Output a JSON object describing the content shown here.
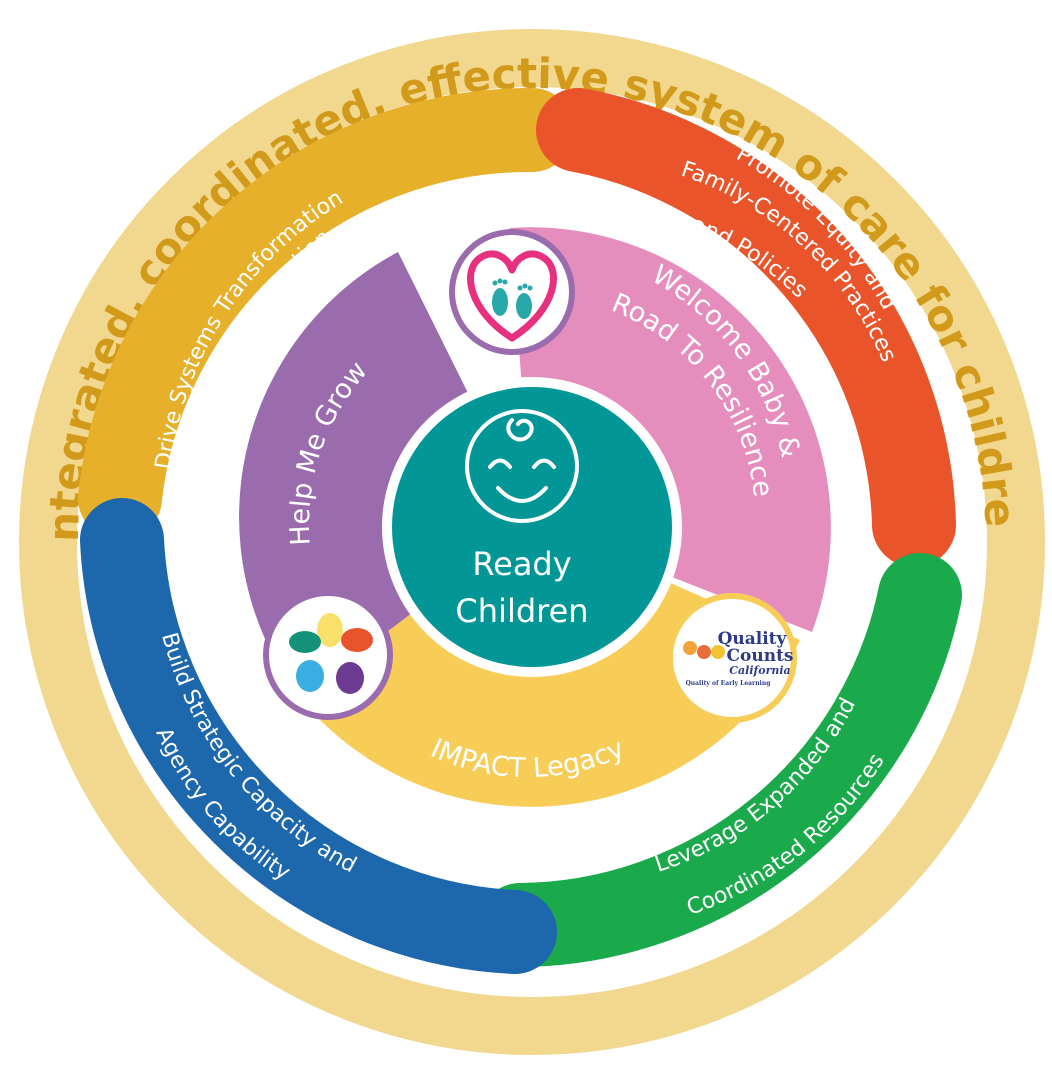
{
  "outer_ring": {
    "text": "Integrated, coordinated, effective system of care for children",
    "color": "#f2d78f",
    "text_color": "#d19a1a"
  },
  "strategies": [
    {
      "id": "drive",
      "lines": [
        "Drive Systems Transformation",
        "and Integration"
      ],
      "color": "#e6b02a"
    },
    {
      "id": "equity",
      "lines": [
        "Promote Equity and",
        "Family-Centered Practices",
        "and Policies"
      ],
      "color": "#e9542b"
    },
    {
      "id": "leverage",
      "lines": [
        "Leverage Expanded and",
        "Coordinated Resources"
      ],
      "color": "#1aaa4b"
    },
    {
      "id": "build",
      "lines": [
        "Build Strategic Capacity and",
        "Agency Capability"
      ],
      "color": "#1d67ad"
    }
  ],
  "programs": [
    {
      "id": "help-me-grow",
      "label": "Help Me Grow",
      "color": "#9a6bad"
    },
    {
      "id": "welcome-baby",
      "lines": [
        "Welcome Baby &",
        "Road To Resilience"
      ],
      "color": "#e58dbd"
    },
    {
      "id": "impact-legacy",
      "label": "IMPACT Legacy",
      "color": "#f7cd58"
    }
  ],
  "center": {
    "lines": [
      "Ready",
      "Children"
    ],
    "color": "#029796"
  },
  "logos": {
    "quality_counts": {
      "line1": "Quality",
      "line2": "Counts",
      "line3": "California",
      "tagline": "Quality of Early Learning"
    }
  }
}
